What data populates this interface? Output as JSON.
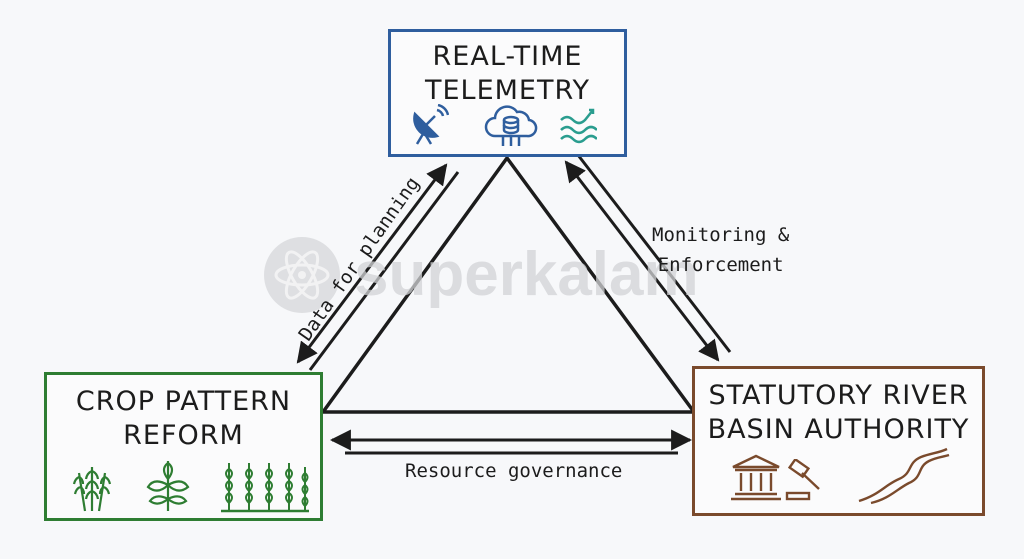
{
  "nodes": {
    "telemetry": {
      "title": "REAL-TIME\nTELEMETRY",
      "color": "#2f5e9e",
      "icons": [
        "satellite-dish-icon",
        "cloud-database-icon",
        "trend-waves-icon"
      ]
    },
    "crop": {
      "title": "CROP PATTERN\nREFORM",
      "color": "#2e7d32",
      "icons": [
        "wheat-icon",
        "plant-icon",
        "crop-rows-icon"
      ]
    },
    "authority": {
      "title": "STATUTORY RIVER\nBASIN AUTHORITY",
      "color": "#7a4a2c",
      "icons": [
        "courthouse-icon",
        "gavel-icon",
        "river-icon"
      ]
    }
  },
  "links": {
    "telemetry_crop": "Data for planning",
    "telemetry_authority": "Monitoring &\nEnforcement",
    "crop_authority": "Resource governance"
  },
  "watermark": {
    "text": "superkalam",
    "icon": "atom-logo-icon"
  }
}
